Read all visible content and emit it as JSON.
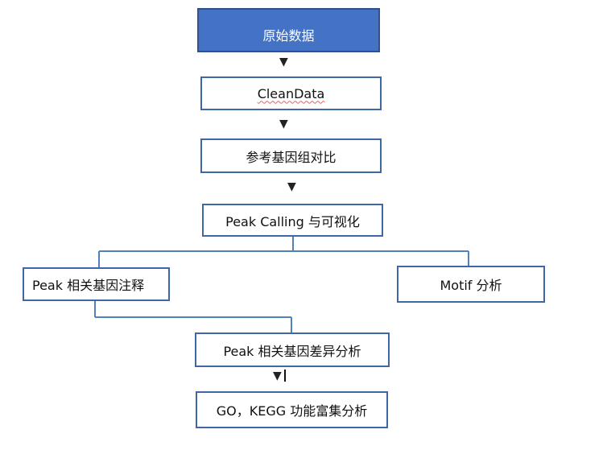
{
  "nodes": {
    "raw_data": "原始数据",
    "clean_data": "CleanData",
    "reference_align": "参考基因组对比",
    "peak_calling": "Peak Calling 与可视化",
    "peak_annotation": "Peak 相关基因注释",
    "motif": "Motif 分析",
    "peak_diff": "Peak 相关基因差异分析",
    "go_kegg": "GO，KEGG 功能富集分析"
  },
  "arrow_glyph": "▼",
  "colors": {
    "box_border": "#3f66a6",
    "header_fill": "#4472c4",
    "connector": "#4f81bd"
  }
}
